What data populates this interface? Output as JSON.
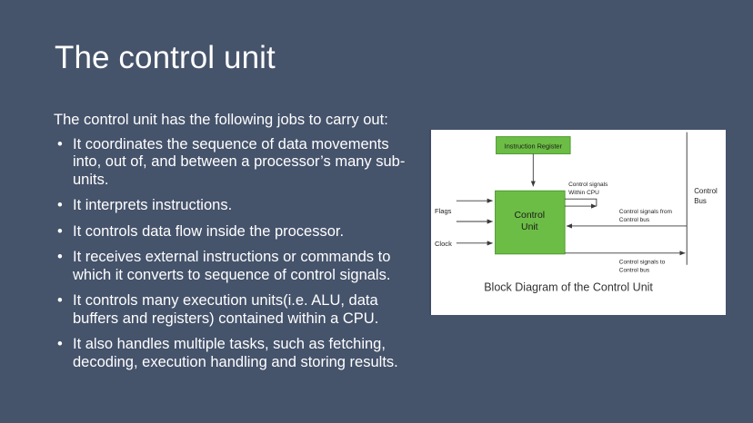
{
  "slide": {
    "title": "The control unit",
    "background_color": "#45536b",
    "text_color": "#ffffff"
  },
  "body": {
    "intro": "The control unit has the following jobs to carry out:",
    "bullet_marker": "•",
    "bullets": [
      "It coordinates the sequence of data movements into, out of, and between a processor’s many sub-units.",
      "It interprets instructions.",
      "It controls data flow inside the processor.",
      "It receives external instructions or commands to which it converts to sequence of control signals.",
      "It controls many execution units(i.e. ALU, data buffers and registers) contained within a CPU.",
      "It also handles multiple tasks, such as fetching, decoding, execution handling and storing results."
    ]
  },
  "diagram": {
    "caption": "Block Diagram of the Control Unit",
    "panel_background": "#ffffff",
    "box_fill": "#6cbd45",
    "box_stroke": "#4e9a32",
    "boxes": {
      "instruction_register": "Instruction Register",
      "control_unit_line1": "Control",
      "control_unit_line2": "Unit"
    },
    "inputs": {
      "flags": "Flags",
      "clock": "Clock"
    },
    "signals": {
      "within_cpu_line1": "Control signals",
      "within_cpu_line2": "Within CPU",
      "from_bus_line1": "Control signals from",
      "from_bus_line2": "Control bus",
      "to_bus_line1": "Control signals to",
      "to_bus_line2": "Control bus"
    },
    "bus": {
      "label_line1": "Control",
      "label_line2": "Bus"
    }
  }
}
